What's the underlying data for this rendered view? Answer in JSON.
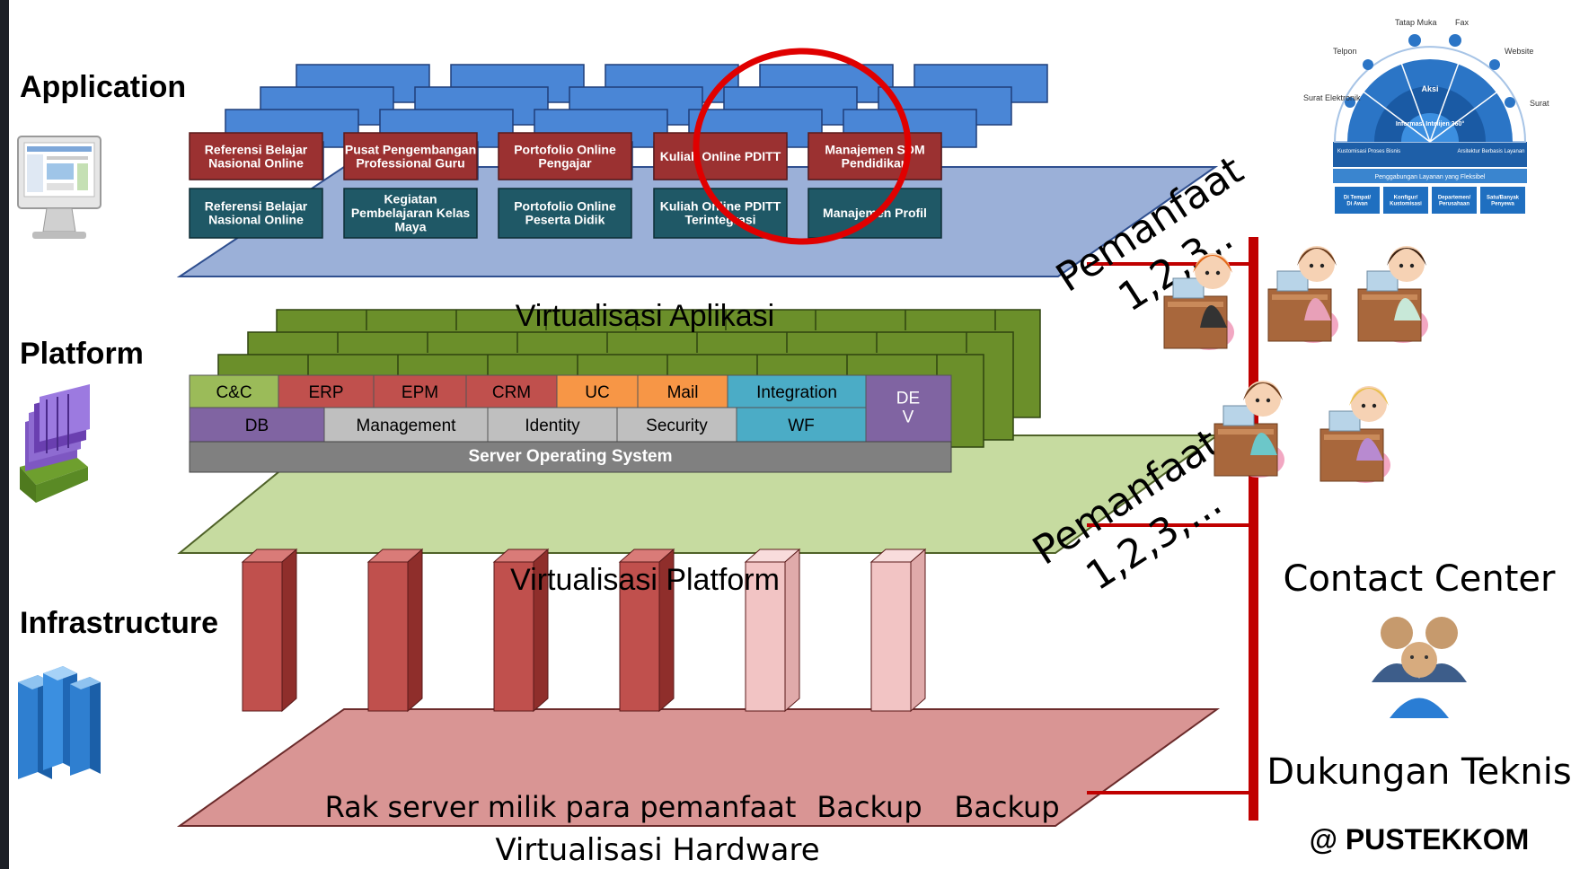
{
  "layers": [
    {
      "label": "Application"
    },
    {
      "label": "Platform"
    },
    {
      "label": "Infrastructure"
    }
  ],
  "application": {
    "caption": "Virtualisasi Aplikasi",
    "top_row": [
      "Referensi Belajar Nasional Online",
      "Pusat Pengembangan Professional Guru",
      "Portofolio Online Pengajar",
      "Kuliah Online PDITT",
      "Manajemen SDM Pendidikan"
    ],
    "bottom_row": [
      "Referensi Belajar Nasional Online",
      "Kegiatan Pembelajaran Kelas Maya",
      "Portofolio Online Peserta Didik",
      "Kuliah Online PDITT Terintegrasi",
      "Manajemen Profil"
    ],
    "colors": {
      "back": "#4a86d6",
      "top": "#9b3131",
      "bottom": "#1f5866",
      "floor": "#9bb0d8"
    }
  },
  "platform": {
    "caption": "Virtualisasi Platform",
    "row1": [
      "C&C",
      "ERP",
      "EPM",
      "CRM",
      "UC",
      "Mail",
      "Integration"
    ],
    "row2": [
      "DB",
      "Management",
      "Identity",
      "Security",
      "WF"
    ],
    "dev": "DE V",
    "os": "Server Operating System",
    "colors": {
      "back": "#6b8f2a",
      "floor": "#c6dba0",
      "cc": "#9bbb59",
      "red": "#c0504d",
      "orange": "#f79646",
      "teal": "#4bacc6",
      "purple": "#8064a2",
      "gray": "#bfbfbf",
      "os": "#808080"
    }
  },
  "infrastructure": {
    "caption": "Virtualisasi Hardware",
    "rack_label": "Rak server milik para pemanfaat",
    "backup_labels": [
      "Backup",
      "Backup"
    ],
    "colors": {
      "server": "#c0504d",
      "backup": "#f2c4c4",
      "floor": "#d99594"
    }
  },
  "pemanfaat": [
    {
      "title": "Pemanfaat",
      "nums": "1,2,3,."
    },
    {
      "title": "Pemanfaat",
      "nums": "1,2,3,..."
    }
  ],
  "accent": "#c00000",
  "right_panel": {
    "wheel": {
      "outer": [
        "Tatap Muka",
        "Fax",
        "Telpon",
        "Website",
        "Surat Elektronik",
        "Surat"
      ],
      "center": [
        "Aksi",
        "Informasi Intelijen 360°"
      ],
      "band_left": "Kustomisasi Proses Bisnis",
      "band_right": "Arsitektur Berbasis Layanan",
      "strip": "Penggabungan Layanan yang Fleksibel",
      "footer": [
        "Di Tempat/ Di Awan",
        "Konfigur/ Kustomisasi",
        "Departemen/ Perusahaan",
        "Satu/Banyak Penyewa"
      ]
    },
    "contact_center": "Contact Center",
    "support": "Dukungan Teknis",
    "credit": "@ PUSTEKKOM"
  }
}
